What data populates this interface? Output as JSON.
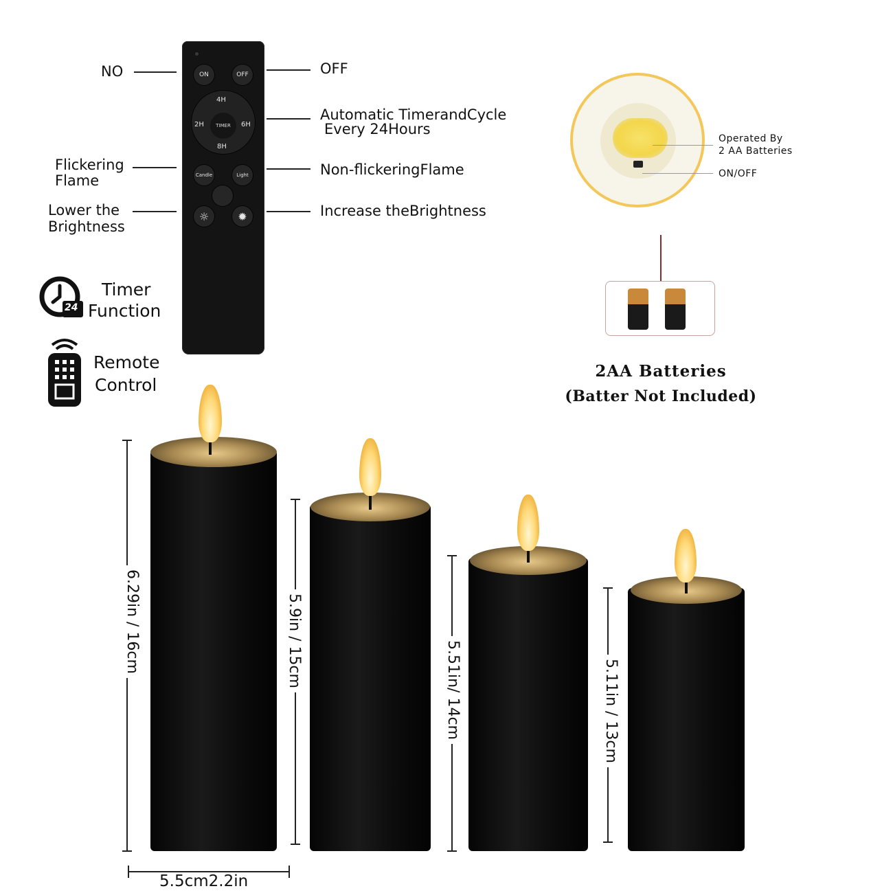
{
  "remote": {
    "buttons": {
      "on": "ON",
      "off": "OFF",
      "timer_4h": "4H",
      "timer_2h": "2H",
      "timer_center": "TIMER",
      "timer_6h": "6H",
      "timer_8h": "8H",
      "candle": "Candle",
      "light": "Light"
    },
    "callouts": {
      "no": "NO",
      "off": "OFF",
      "timer_line1": "Automatic TimerandCycle",
      "timer_line2": "Every 24Hours",
      "flicker_line1": "Flickering",
      "flicker_line2": "Flame",
      "nonflicker": "Non-flickeringFlame",
      "lower_line1": "Lower the",
      "lower_line2": "Brightness",
      "increase": "Increase theBrightness"
    }
  },
  "features": {
    "timer": {
      "line1": "Timer",
      "line2": "Function",
      "icon_badge": "24"
    },
    "remote": {
      "line1": "Remote",
      "line2": "Control"
    }
  },
  "battery_panel": {
    "operated_line1": "Operated By",
    "operated_line2": "2 AA Batteries",
    "onoff": "ON/OFF",
    "title": "2AA Batteries",
    "subtitle": "(Batter Not Included)"
  },
  "candles": [
    {
      "height_label": "6.29in / 16cm"
    },
    {
      "height_label": "5.9in / 15cm"
    },
    {
      "height_label": "5.51in/ 14cm"
    },
    {
      "height_label": "5.11in / 13cm"
    }
  ],
  "width_label": "5.5cm2.2in",
  "colors": {
    "candle_body": "#111111",
    "flame": "#ffd978",
    "accent_ring": "#f3c75a"
  }
}
